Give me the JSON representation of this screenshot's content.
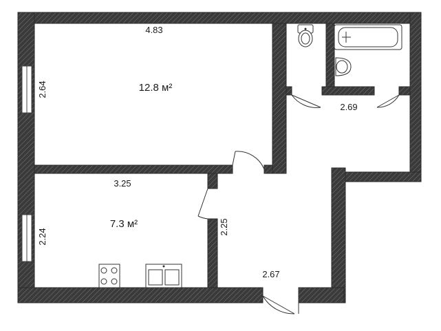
{
  "rooms": {
    "room_large": {
      "width": "4.83",
      "height": "2.64",
      "area": "12.8 м²"
    },
    "room_kitchen": {
      "width": "3.25",
      "height": "2.24",
      "area": "7.3 м²"
    },
    "corridor": {
      "width": "2.69",
      "height": "2.25",
      "width_lower": "2.67"
    }
  },
  "icons": [
    "toilet-icon",
    "bathtub-icon",
    "sink-icon",
    "stove-icon",
    "kitchen-sink-icon",
    "door-swing-icon",
    "window-icon"
  ],
  "colors": {
    "wall": "#3a3a3a",
    "hatch": "#6f6f6f",
    "floor": "#ffffff"
  }
}
